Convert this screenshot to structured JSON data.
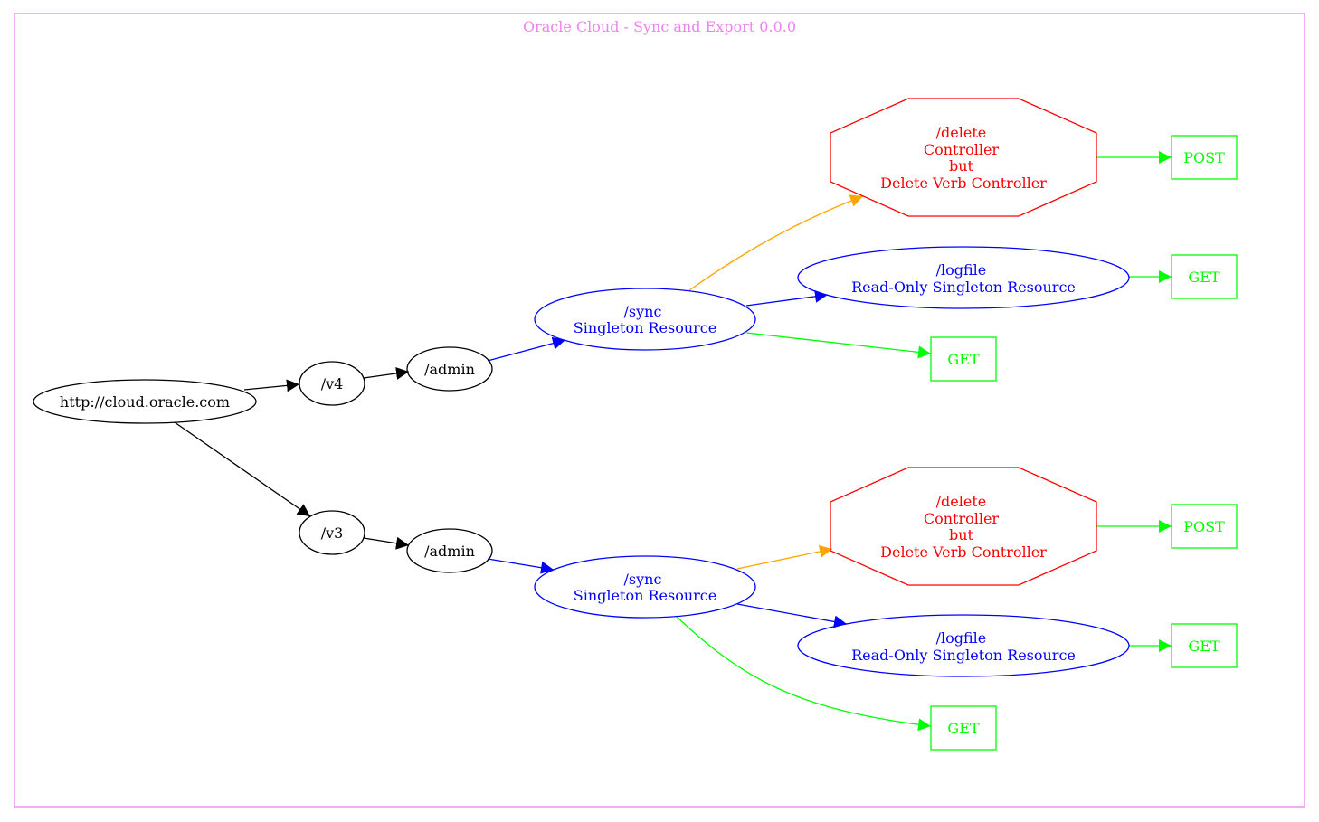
{
  "cluster": {
    "title": "Oracle Cloud - Sync and Export 0.0.0",
    "color": "#ee82ee"
  },
  "colors": {
    "black": "#000000",
    "blue": "#0000ff",
    "red": "#ff0000",
    "green": "#00ff00",
    "orange": "#ffa500"
  },
  "nodes": {
    "root": {
      "lines": [
        "http://cloud.oracle.com"
      ]
    },
    "v4": {
      "lines": [
        "/v4"
      ]
    },
    "v3": {
      "lines": [
        "/v3"
      ]
    },
    "v4_admin": {
      "lines": [
        "/admin"
      ]
    },
    "v3_admin": {
      "lines": [
        "/admin"
      ]
    },
    "v4_sync": {
      "lines": [
        "/sync",
        "Singleton Resource"
      ]
    },
    "v3_sync": {
      "lines": [
        "/sync",
        "Singleton Resource"
      ]
    },
    "v4_delete": {
      "lines": [
        "/delete",
        "Controller",
        "but",
        "Delete Verb Controller"
      ]
    },
    "v3_delete": {
      "lines": [
        "/delete",
        "Controller",
        "but",
        "Delete Verb Controller"
      ]
    },
    "v4_logfile": {
      "lines": [
        "/logfile",
        "Read-Only Singleton Resource"
      ]
    },
    "v3_logfile": {
      "lines": [
        "/logfile",
        "Read-Only Singleton Resource"
      ]
    },
    "v4_delete_post": {
      "lines": [
        "POST"
      ]
    },
    "v3_delete_post": {
      "lines": [
        "POST"
      ]
    },
    "v4_logfile_get": {
      "lines": [
        "GET"
      ]
    },
    "v3_logfile_get": {
      "lines": [
        "GET"
      ]
    },
    "v4_sync_get": {
      "lines": [
        "GET"
      ]
    },
    "v3_sync_get": {
      "lines": [
        "GET"
      ]
    }
  },
  "edges": [
    {
      "from": "root",
      "to": "v4",
      "color": "black"
    },
    {
      "from": "root",
      "to": "v3",
      "color": "black"
    },
    {
      "from": "v4",
      "to": "v4_admin",
      "color": "black"
    },
    {
      "from": "v3",
      "to": "v3_admin",
      "color": "black"
    },
    {
      "from": "v4_admin",
      "to": "v4_sync",
      "color": "blue"
    },
    {
      "from": "v3_admin",
      "to": "v3_sync",
      "color": "blue"
    },
    {
      "from": "v4_sync",
      "to": "v4_delete",
      "color": "orange"
    },
    {
      "from": "v4_sync",
      "to": "v4_logfile",
      "color": "blue"
    },
    {
      "from": "v4_sync",
      "to": "v4_sync_get",
      "color": "green"
    },
    {
      "from": "v3_sync",
      "to": "v3_delete",
      "color": "orange"
    },
    {
      "from": "v3_sync",
      "to": "v3_logfile",
      "color": "blue"
    },
    {
      "from": "v3_sync",
      "to": "v3_sync_get",
      "color": "green"
    },
    {
      "from": "v4_delete",
      "to": "v4_delete_post",
      "color": "green"
    },
    {
      "from": "v3_delete",
      "to": "v3_delete_post",
      "color": "green"
    },
    {
      "from": "v4_logfile",
      "to": "v4_logfile_get",
      "color": "green"
    },
    {
      "from": "v3_logfile",
      "to": "v3_logfile_get",
      "color": "green"
    }
  ]
}
